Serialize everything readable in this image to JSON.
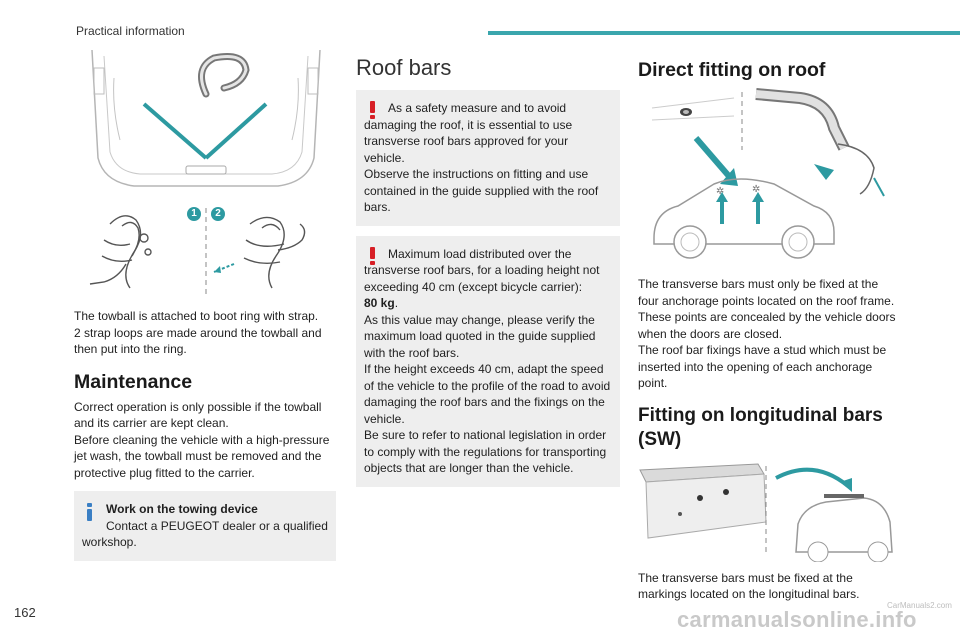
{
  "header": {
    "section_title": "Practical information"
  },
  "col1": {
    "towball_caption_line1": "The towball is attached to boot ring with strap.",
    "towball_caption_line2": "2 strap loops are made around the towball and then put into the ring.",
    "step_badge_1": "1",
    "step_badge_2": "2",
    "maintenance_heading": "Maintenance",
    "maintenance_p1": "Correct operation is only possible if the towball and its carrier are kept clean.",
    "maintenance_p2": "Before cleaning the vehicle with a high-pressure jet wash, the towball must be removed and the protective plug fitted to the carrier.",
    "info_title": "Work on the towing device",
    "info_text": "Contact a PEUGEOT dealer or a qualified workshop."
  },
  "col2": {
    "roof_heading": "Roof bars",
    "warn1_line1": "As a safety measure and to avoid damaging the roof, it is essential to use transverse roof bars approved for your vehicle.",
    "warn1_line2": "Observe the instructions on fitting and use contained in the guide supplied with the roof bars.",
    "warn2_line1": "Maximum load distributed over the transverse roof bars, for a loading height not exceeding 40 cm (except bicycle carrier):",
    "warn2_bold": "80 kg",
    "warn2_bold_suffix": ".",
    "warn2_line2": "As this value may change, please verify the maximum load quoted in the guide supplied with the roof bars.",
    "warn2_line3": "If the height exceeds 40 cm, adapt the speed of the vehicle to the profile of the road to avoid damaging the roof bars and the fixings on the vehicle.",
    "warn2_line4": "Be sure to refer to national legislation in order to comply with the regulations for transporting objects that are longer than the vehicle."
  },
  "col3": {
    "direct_heading": "Direct fitting on roof",
    "direct_p1": "The transverse bars must only be fixed at the four anchorage points located on the roof frame. These points are concealed by the vehicle doors when the doors are closed.",
    "direct_p2": "The roof bar fixings have a stud which must be inserted into the opening of each anchorage point.",
    "longitudinal_heading": "Fitting on longitudinal bars (SW)",
    "longitudinal_p1": "The transverse bars must be fixed at the markings located on the longitudinal bars."
  },
  "footer": {
    "page_number": "162",
    "watermark": "carmanualsonline.info",
    "watermark_small": "CarManuals2.com"
  },
  "colors": {
    "accent": "#3aa6ad",
    "warning": "#d71f26",
    "info": "#3a7fc4",
    "note_bg": "#eeeeee"
  }
}
